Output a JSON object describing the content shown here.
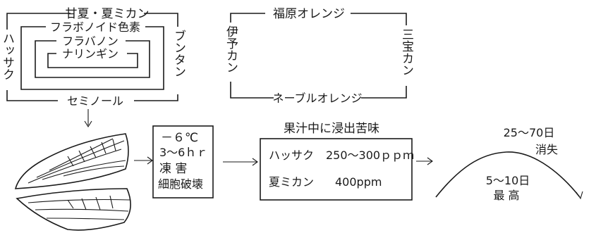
{
  "citrus_nested": {
    "top_label": "甘夏・夏ミカン",
    "flavonoid_label": "フラボノイド色素",
    "flavanone_label": "フラバノン",
    "naringin_label": "ナリンギン",
    "left_vertical": "ハッサク",
    "right_vertical": "ブンタン",
    "bottom_label": "セミノール"
  },
  "citrus_other": {
    "top_label": "福原オレンジ",
    "left_vertical": "伊予カン",
    "right_vertical": "三宝カン",
    "bottom_label": "ネーブルオレンジ"
  },
  "freeze_box": {
    "lines": [
      "－６℃",
      "3～6ｈｒ",
      "凍 害",
      "細胞破壊"
    ]
  },
  "juice": {
    "title": "果汁中に浸出苦味",
    "rows": [
      {
        "name": "ハッサク",
        "value": "250～300ｐｐｍ"
      },
      {
        "name": "夏ミカン",
        "value": "400ppm"
      }
    ]
  },
  "curve": {
    "disappear_days": "25～70日",
    "disappear_label": "消失",
    "peak_days": "5～10日",
    "peak_label": "最 高"
  }
}
